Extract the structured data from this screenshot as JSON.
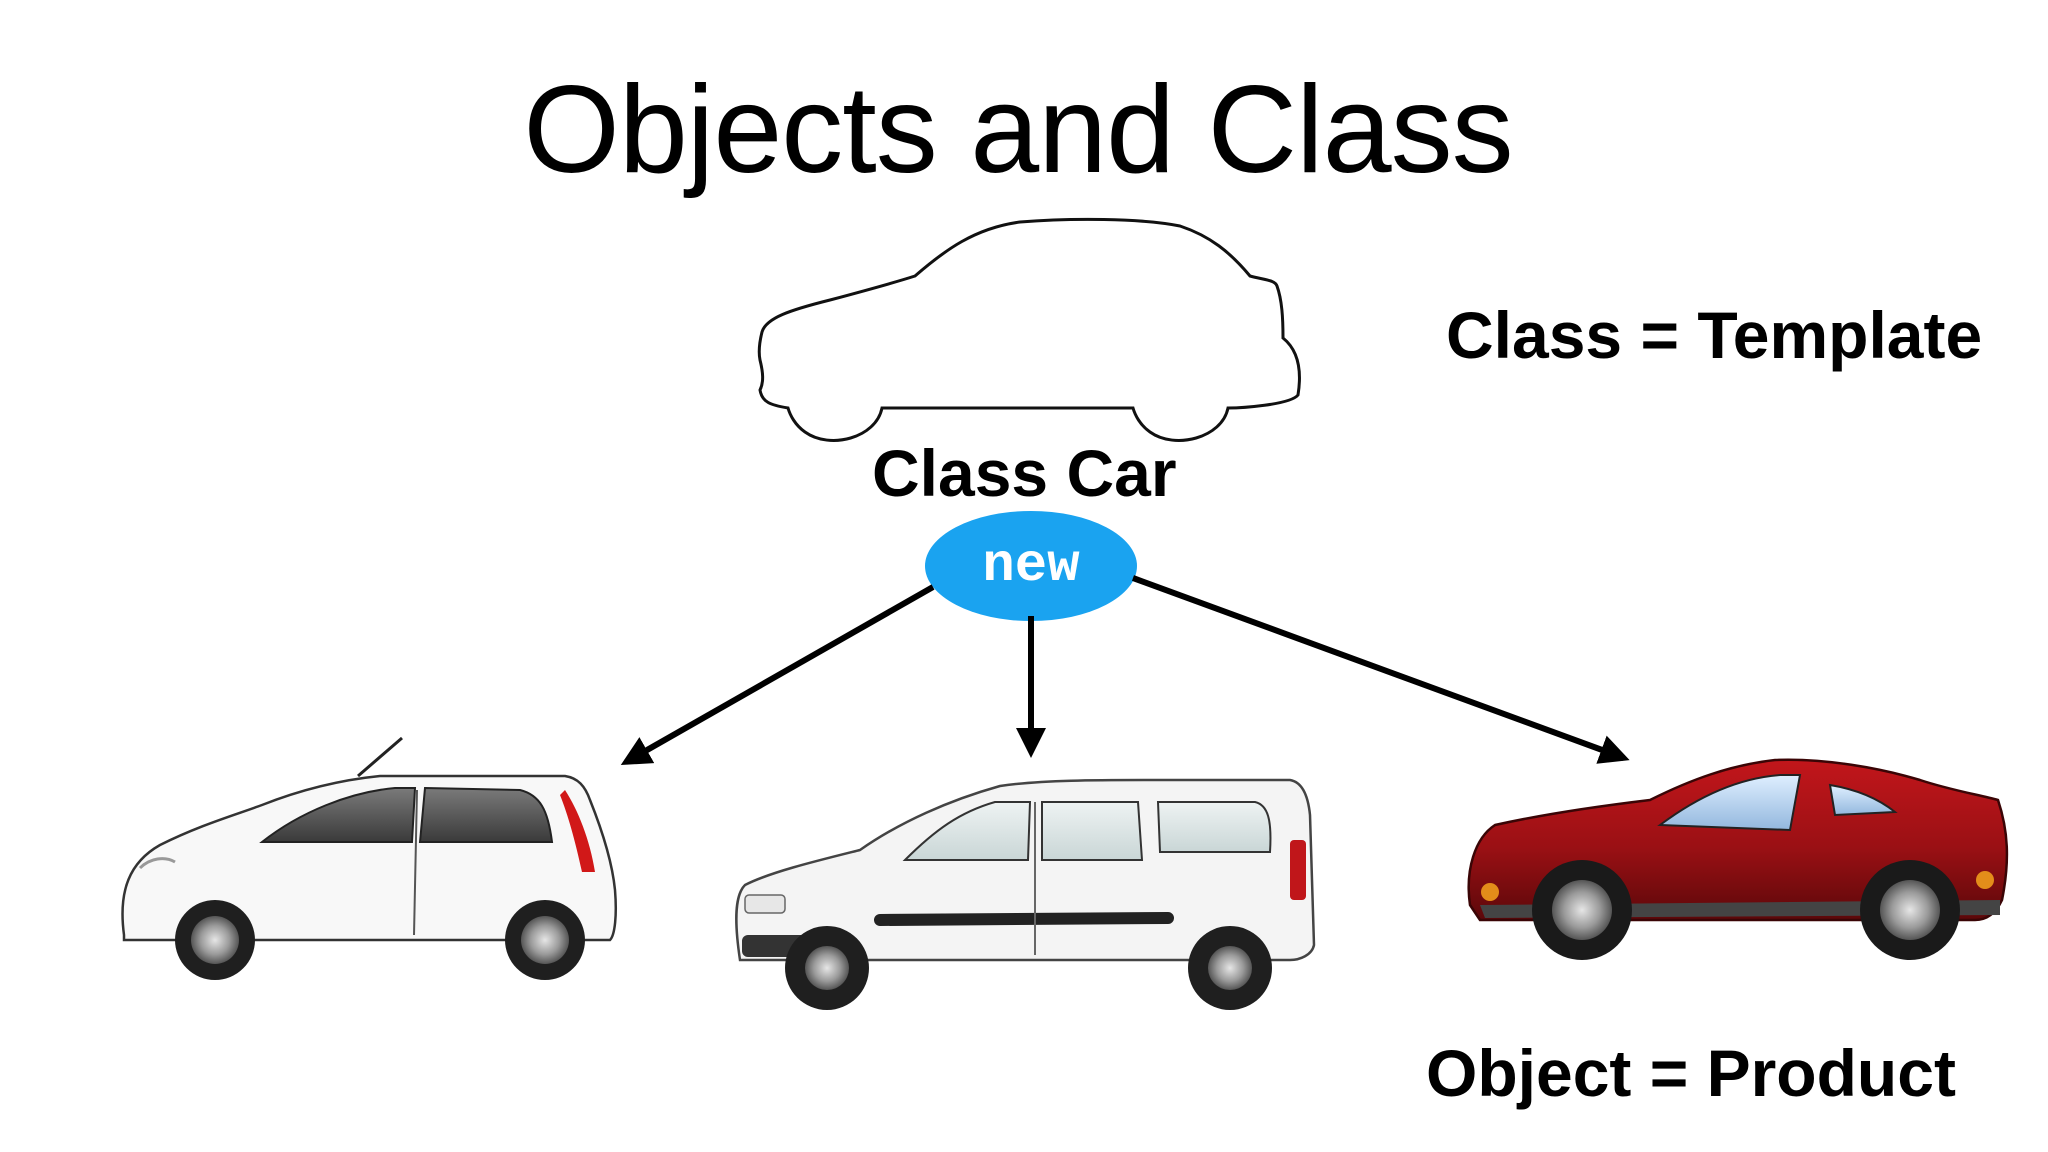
{
  "title": "Objects and Class",
  "class_label": "Class Car",
  "keyword": "new",
  "class_definition": "Class = Template",
  "object_definition": "Object = Product",
  "colors": {
    "new_bubble": "#1aa3f0",
    "red_car": "#9a1014",
    "arrow": "#000000"
  },
  "icons": [
    "car-outline-icon",
    "white-hatchback-icon",
    "white-van-icon",
    "red-sports-car-icon"
  ]
}
